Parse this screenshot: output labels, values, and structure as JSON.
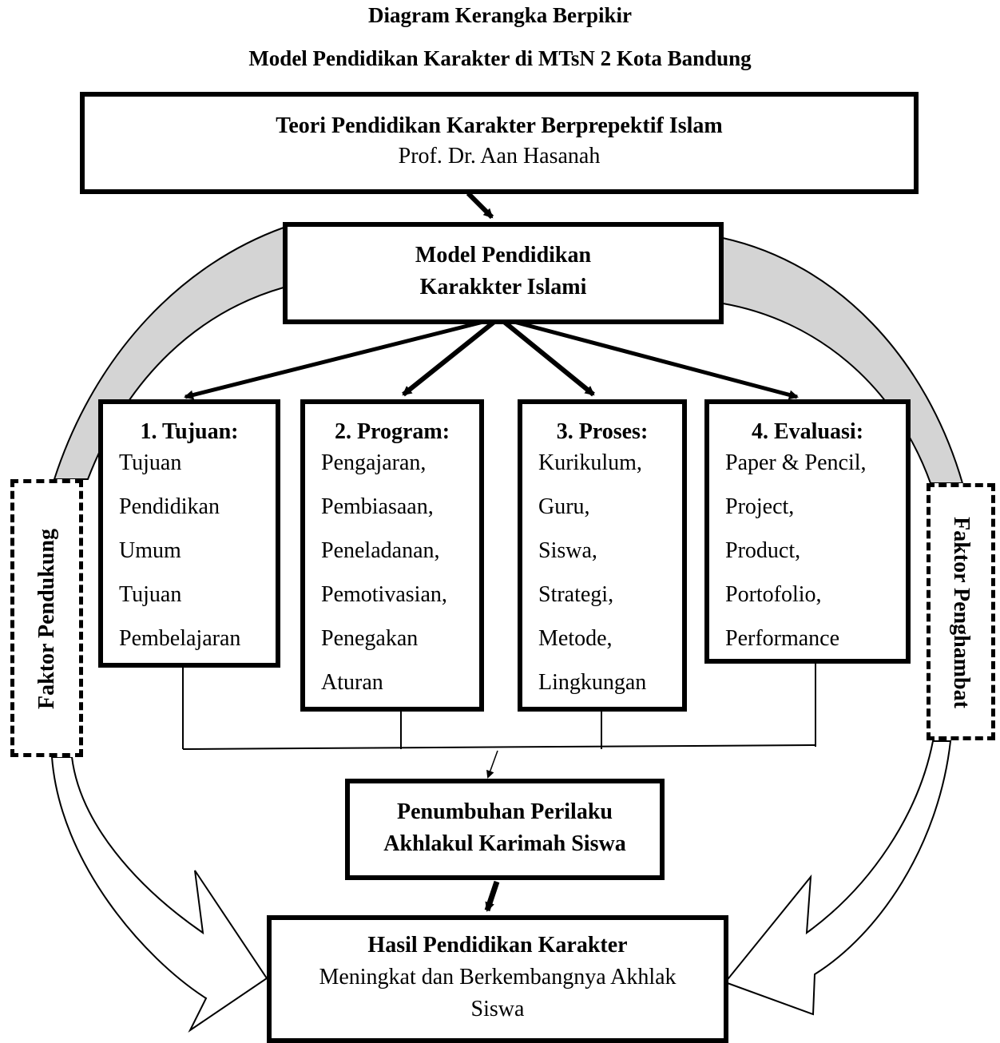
{
  "title_line1": "Diagram Kerangka Berpikir",
  "title_line2": "Model Pendidikan Karakter di MTsN 2 Kota Bandung",
  "theory": {
    "title": "Teori Pendidikan Karakter Berprepektif Islam",
    "author": "Prof. Dr. Aan Hasanah"
  },
  "model": {
    "line1": "Model Pendidikan",
    "line2": "Karakkter Islami"
  },
  "columns": [
    {
      "title": "1. Tujuan:",
      "items": [
        "Tujuan",
        "Pendidikan",
        "Umum",
        "Tujuan",
        "Pembelajaran"
      ]
    },
    {
      "title": "2. Program:",
      "items": [
        "Pengajaran,",
        "Pembiasaan,",
        "Peneladanan,",
        "Pemotivasian,",
        "Penegakan",
        "Aturan"
      ]
    },
    {
      "title": "3. Proses:",
      "items": [
        "Kurikulum,",
        "Guru,",
        "Siswa,",
        "Strategi,",
        "Metode,",
        "Lingkungan"
      ]
    },
    {
      "title": "4. Evaluasi:",
      "items": [
        "Paper & Pencil,",
        "Project,",
        "Product,",
        "Portofolio,",
        "Performance"
      ]
    }
  ],
  "growth": {
    "line1": "Penumbuhan Perilaku",
    "line2": "Akhlakul Karimah Siswa"
  },
  "result": {
    "title": "Hasil Pendidikan Karakter",
    "line1": "Meningkat dan Berkembangnya Akhlak",
    "line2": "Siswa"
  },
  "left_factor": "Faktor Pendukung",
  "right_factor": "Faktor Penghambat",
  "colors": {
    "stroke": "#000000",
    "curve_fill": "#d4d4d4",
    "background": "#ffffff"
  }
}
